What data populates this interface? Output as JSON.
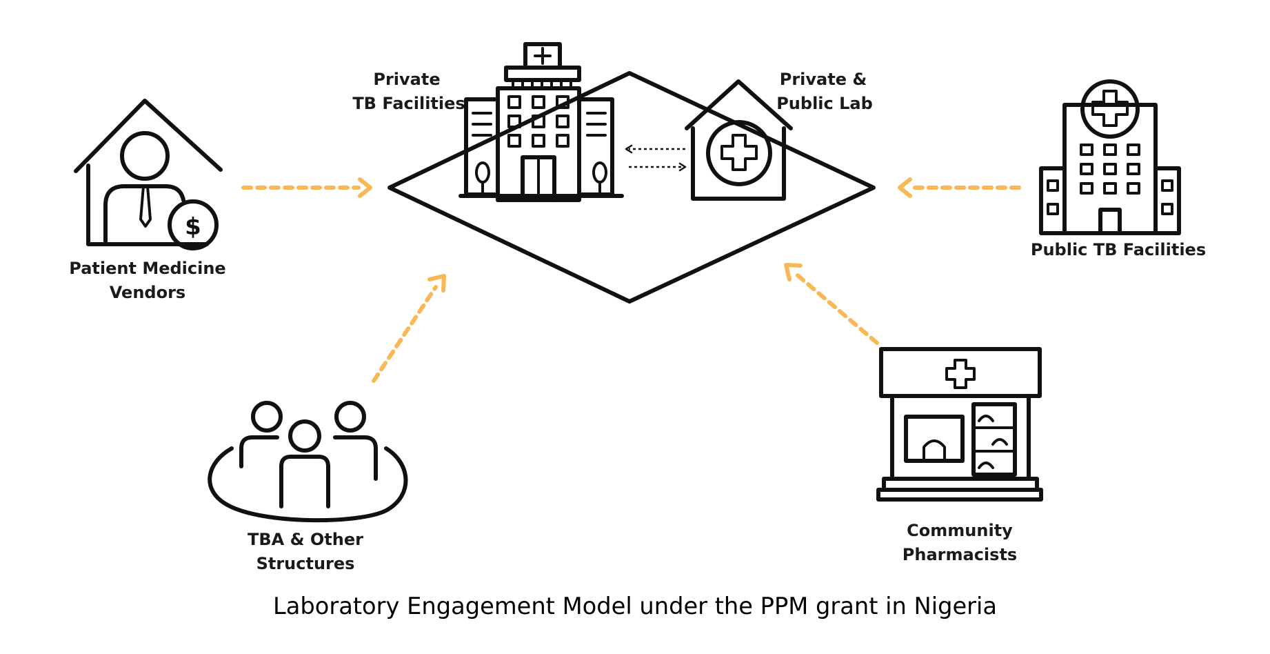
{
  "nodes": {
    "private_tb": {
      "line1": "Private",
      "line2": "TB Facilities"
    },
    "lab": {
      "line1": "Private &",
      "line2": "Public Lab"
    },
    "pmv": {
      "line1": "Patient Medicine",
      "line2": "Vendors"
    },
    "public_tb": {
      "line1": "Public TB Facilities"
    },
    "tba": {
      "line1": "TBA & Other",
      "line2": "Structures"
    },
    "pharmacists": {
      "line1": "Community",
      "line2": "Pharmacists"
    }
  },
  "caption": "Laboratory Engagement Model under the PPM grant in Nigeria",
  "colors": {
    "flow_arrow": "#f9b854",
    "icon_stroke": "#111111"
  }
}
